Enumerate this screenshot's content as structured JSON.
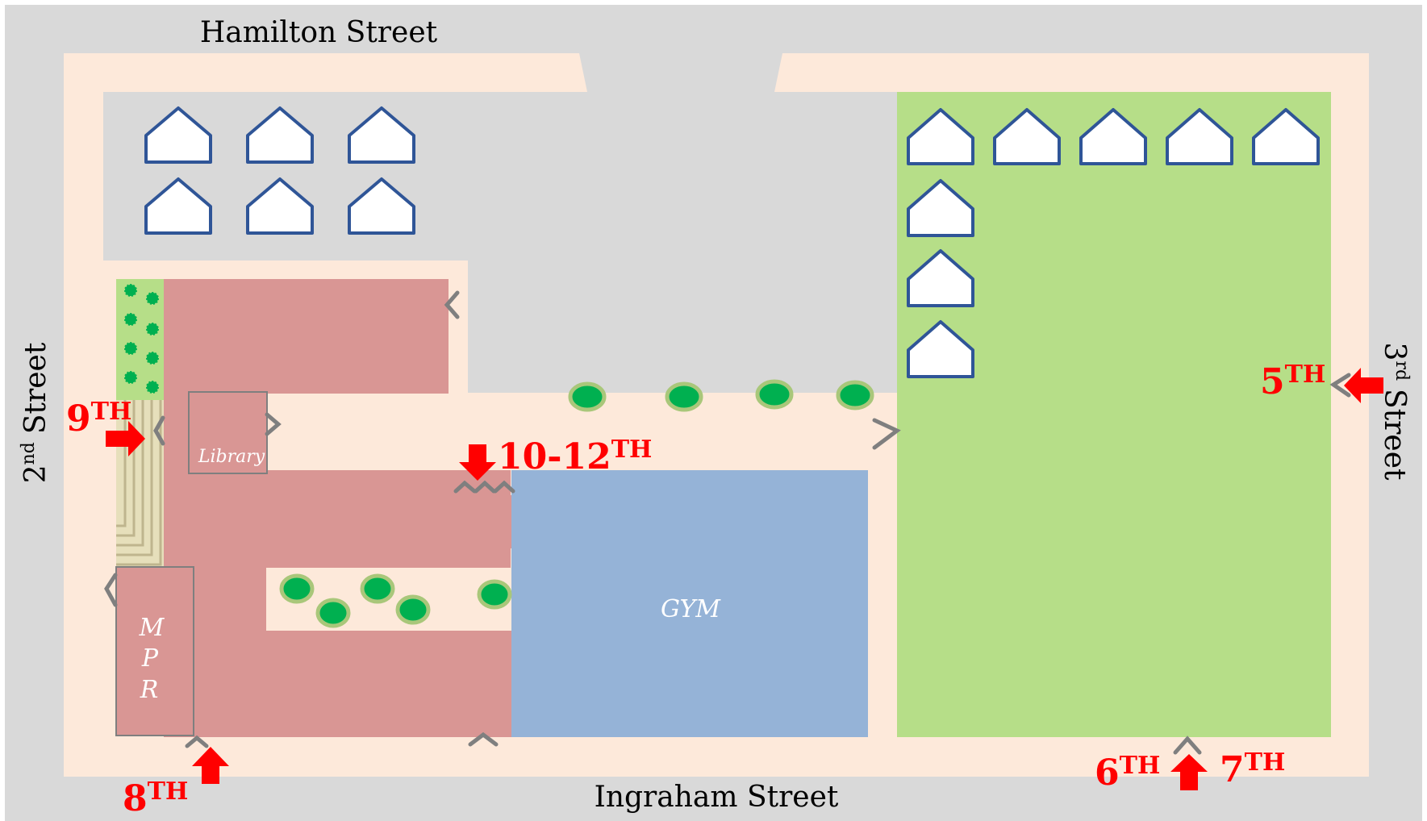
{
  "streets": {
    "north": "Hamilton Street",
    "south": "Ingraham Street",
    "west": {
      "number": "2",
      "suffix": "nd",
      "name": "Street"
    },
    "east": {
      "number": "3",
      "suffix": "rd",
      "name": "Street"
    }
  },
  "rooms": {
    "library": "Library",
    "gym": "GYM",
    "mpr_letters": [
      "M",
      "P",
      "R"
    ]
  },
  "entrances": {
    "fifth": {
      "grade": "5",
      "suffix": "TH"
    },
    "sixth": {
      "grade": "6",
      "suffix": "TH"
    },
    "seventh": {
      "grade": "7",
      "suffix": "TH"
    },
    "eighth": {
      "grade": "8",
      "suffix": "TH"
    },
    "ninth": {
      "grade": "9",
      "suffix": "TH"
    },
    "tenth_twelfth": {
      "grade": "10-12",
      "suffix": "TH"
    }
  },
  "colors": {
    "street": "#d9d9d9",
    "sidewalk": "#fde9da",
    "building": "#d99694",
    "gym": "#95b3d7",
    "field": "#b6de88",
    "arrow": "#ff0000",
    "portable_outline": "#2f5597"
  }
}
